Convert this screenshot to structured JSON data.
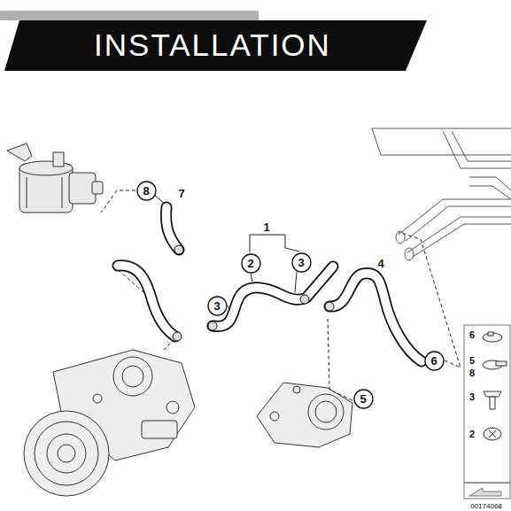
{
  "diagram": {
    "title": "INSTALLATION",
    "nodes": [
      {
        "text": [
          "8"
        ]
      },
      {
        "text": [
          "2"
        ]
      },
      {
        "text": [
          "3"
        ]
      },
      {
        "text": [
          "3"
        ]
      },
      {
        "text": [
          "6"
        ]
      },
      {
        "text": [
          "5"
        ]
      }
    ],
    "labels": [
      "7",
      "1",
      "4",
      "6",
      "5",
      "8",
      "3",
      "2",
      "00174068"
    ]
  }
}
